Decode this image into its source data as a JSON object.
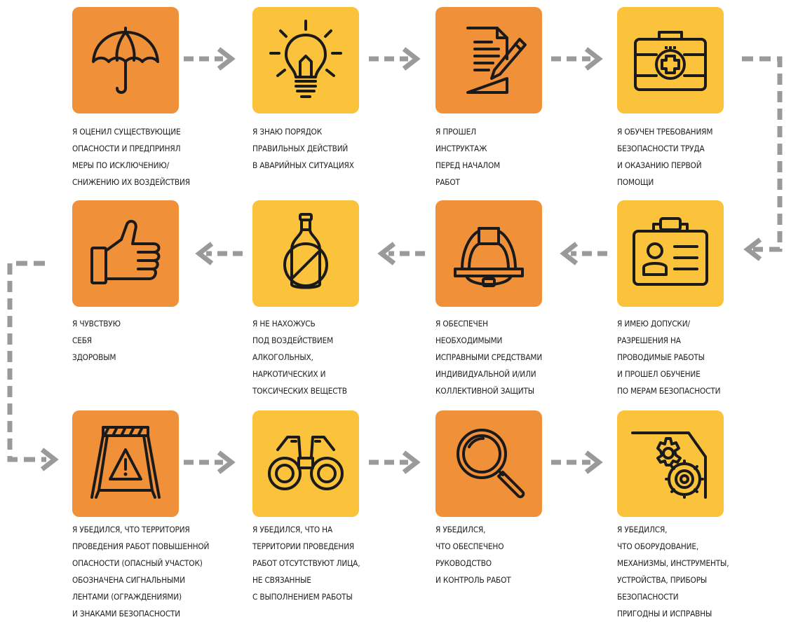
{
  "steps": [
    {
      "icon": "umbrella-icon",
      "lines": [
        "Я ОЦЕНИЛ СУЩЕСТВУЮЩИЕ",
        "ОПАСНОСТИ И ПРЕДПРИНЯЛ",
        "МЕРЫ ПО ИСКЛЮЧЕНИЮ/",
        "СНИЖЕНИЮ ИХ ВОЗДЕЙСТВИЯ"
      ]
    },
    {
      "icon": "lightbulb-icon",
      "lines": [
        "Я ЗНАЮ ПОРЯДОК",
        "ПРАВИЛЬНЫХ ДЕЙСТВИЙ",
        "В АВАРИЙНЫХ СИТУАЦИЯХ"
      ]
    },
    {
      "icon": "document-pencil-icon",
      "lines": [
        "Я ПРОШЕЛ",
        "ИНСТРУКТАЖ",
        "ПЕРЕД НАЧАЛОМ",
        "РАБОТ"
      ]
    },
    {
      "icon": "first-aid-kit-icon",
      "lines": [
        "Я ОБУЧЕН ТРЕБОВАНИЯМ",
        "БЕЗОПАСНОСТИ ТРУДА",
        "И ОКАЗАНИЮ ПЕРВОЙ",
        "ПОМОЩИ"
      ]
    },
    {
      "icon": "id-badge-icon",
      "lines": [
        "Я ИМЕЮ ДОПУСКИ/",
        "РАЗРЕШЕНИЯ НА",
        "ПРОВОДИМЫЕ РАБОТЫ",
        "И ПРОШЕЛ ОБУЧЕНИЕ",
        "ПО МЕРАМ БЕЗОПАСНОСТИ"
      ]
    },
    {
      "icon": "hard-hat-icon",
      "lines": [
        "Я ОБЕСПЕЧЕН",
        "НЕОБХОДИМЫМИ",
        "ИСПРАВНЫМИ СРЕДСТВАМИ",
        "ИНДИВИДУАЛЬНОЙ И/ИЛИ",
        "КОЛЛЕКТИВНОЙ ЗАЩИТЫ"
      ]
    },
    {
      "icon": "no-alcohol-bottle-icon",
      "lines": [
        "Я НЕ НАХОЖУСЬ",
        "ПОД ВОЗДЕЙСТВИЕМ",
        "АЛКОГОЛЬНЫХ,",
        "НАРКОТИЧЕСКИХ И",
        "ТОКСИЧЕСКИХ ВЕЩЕСТВ"
      ]
    },
    {
      "icon": "thumbs-up-icon",
      "lines": [
        "Я ЧУВСТВУЮ",
        "СЕБЯ",
        "ЗДОРОВЫМ"
      ]
    },
    {
      "icon": "warning-sign-icon",
      "lines": [
        "Я УБЕДИЛСЯ, ЧТО ТЕРРИТОРИЯ",
        "ПРОВЕДЕНИЯ РАБОТ ПОВЫШЕННОЙ",
        "ОПАСНОСТИ (ОПАСНЫЙ УЧАСТОК)",
        "ОБОЗНАЧЕНА СИГНАЛЬНЫМИ",
        "ЛЕНТАМИ (ОГРАЖДЕНИЯМИ)",
        "И ЗНАКАМИ БЕЗОПАСНОСТИ"
      ]
    },
    {
      "icon": "binoculars-icon",
      "lines": [
        "Я УБЕДИЛСЯ, ЧТО НА",
        "ТЕРРИТОРИИ ПРОВЕДЕНИЯ",
        "РАБОТ ОТСУТСТВУЮТ ЛИЦА,",
        "НЕ СВЯЗАННЫЕ",
        "С ВЫПОЛНЕНИЕМ РАБОТЫ"
      ]
    },
    {
      "icon": "magnifier-icon",
      "lines": [
        "Я УБЕДИЛСЯ,",
        "ЧТО ОБЕСПЕЧЕНО",
        "РУКОВОДСТВО",
        "И КОНТРОЛЬ РАБОТ"
      ]
    },
    {
      "icon": "gears-icon",
      "lines": [
        "Я УБЕДИЛСЯ,",
        "ЧТО ОБОРУДОВАНИЕ,",
        "МЕХАНИЗМЫ, ИНСТРУМЕНТЫ,",
        "УСТРОЙСТВА, ПРИБОРЫ",
        "БЕЗОПАСНОСТИ",
        "ПРИГОДНЫ И ИСПРАВНЫ"
      ]
    }
  ],
  "colors": {
    "orange": "#F0913A",
    "yellow": "#FBC23B",
    "arrow": "#9a9a9a",
    "icon": "#1a1a1a"
  }
}
